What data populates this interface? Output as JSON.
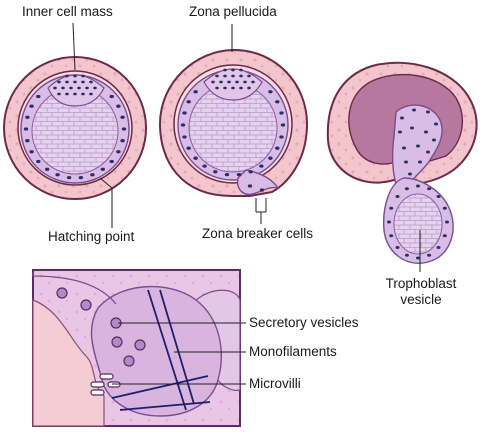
{
  "labels": {
    "inner_cell_mass": "Inner cell mass",
    "zona_pellucida": "Zona pellucida",
    "hatching_point": "Hatching point",
    "zona_breaker_cells": "Zona breaker cells",
    "trophoblast_vesicle_line1": "Trophoblast",
    "trophoblast_vesicle_line2": "vesicle",
    "secretory_vesicles": "Secretory vesicles",
    "monofilaments": "Monofilaments",
    "microvilli": "Microvilli"
  },
  "colors": {
    "zona_fill": "#f2c6cc",
    "zona_outline": "#6b2a4a",
    "cell_fill": "#e6d2ee",
    "cell_outline": "#8a5d9e",
    "nucleus": "#2c2f66",
    "inset_background": "#e7c3e3",
    "inset_border": "#5a2b5e",
    "monofilament": "#1c1f70",
    "leader_line": "#222222"
  }
}
